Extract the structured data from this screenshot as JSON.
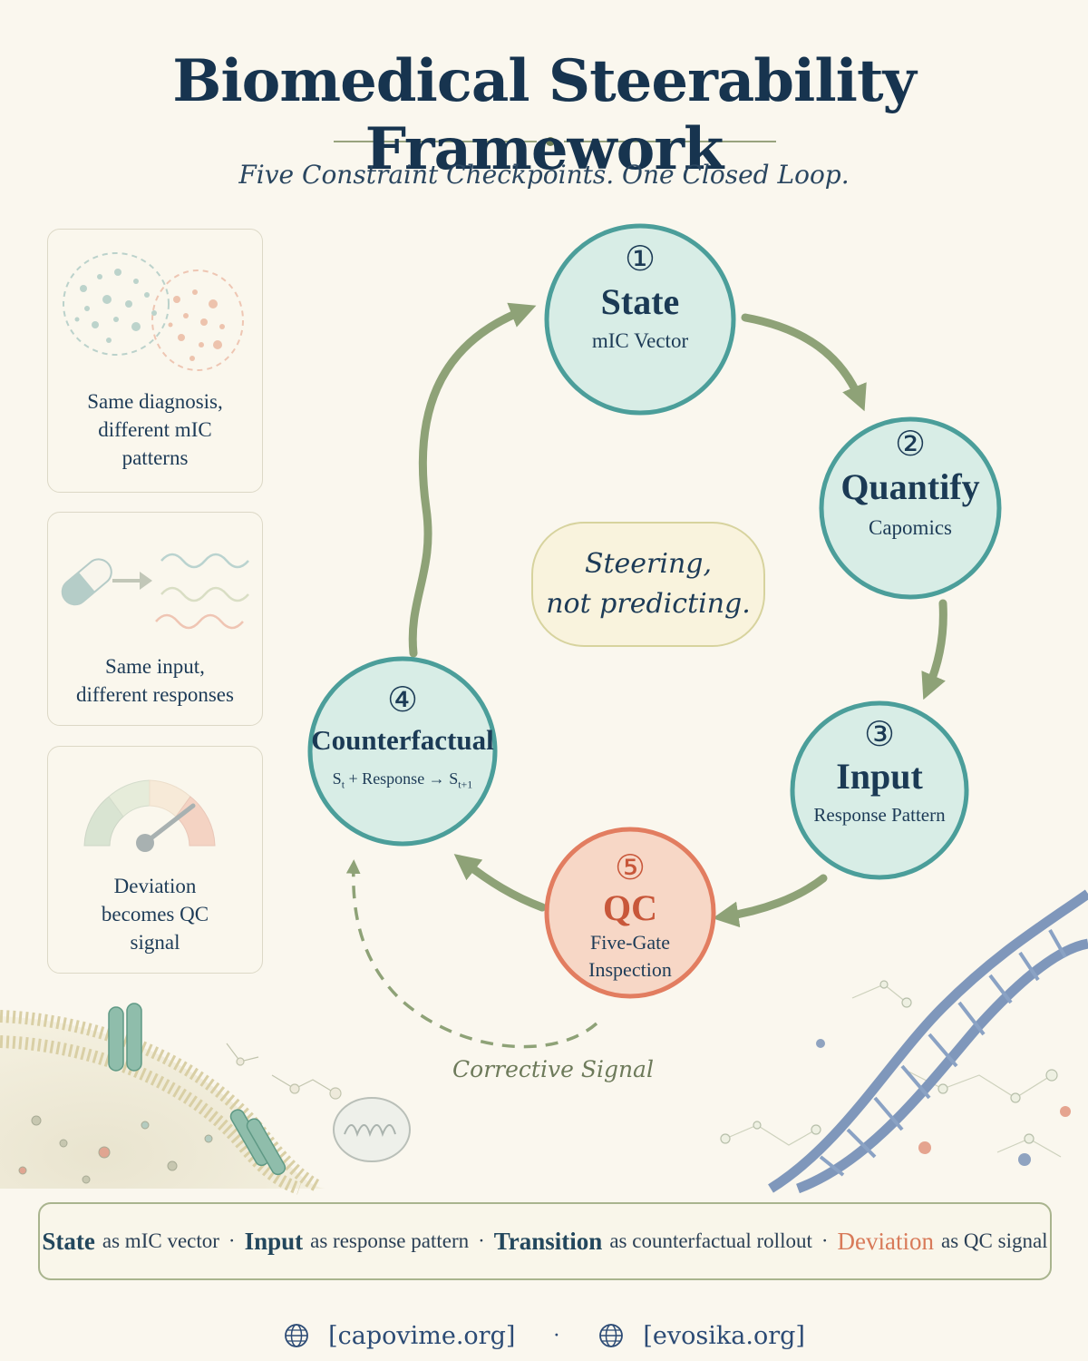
{
  "header": {
    "title": "Biomedical Steerability Framework",
    "subtitle": "Five Constraint Checkpoints. One Closed Loop."
  },
  "side_cards": [
    {
      "lines": [
        "Same diagnosis,",
        "different mIC",
        "patterns"
      ],
      "icon": "overlapping-clusters-icon"
    },
    {
      "lines": [
        "Same input,",
        "different responses"
      ],
      "icon": "pill-to-waves-icon"
    },
    {
      "lines": [
        "Deviation",
        "becomes QC",
        "signal"
      ],
      "icon": "gauge-icon"
    }
  ],
  "nodes": [
    {
      "number": "①",
      "title": "State",
      "subtitle": "mIC Vector"
    },
    {
      "number": "②",
      "title": "Quantify",
      "subtitle": "Capomics"
    },
    {
      "number": "③",
      "title": "Input",
      "subtitle": "Response Pattern"
    },
    {
      "number": "④",
      "title": "Counterfactual",
      "subtitle_parts": {
        "s1": "S",
        "sub1": "t",
        "mid": " + Response → ",
        "s2": "S",
        "sub2": "t+1"
      }
    },
    {
      "number": "⑤",
      "title": "QC",
      "subtitle_lines": [
        "Five-Gate",
        "Inspection"
      ]
    }
  ],
  "center_note": {
    "lines": [
      "Steering,",
      "not predicting."
    ]
  },
  "corrective_label": "Corrective Signal",
  "legend": {
    "items": [
      {
        "keyword": "State",
        "text": "as mIC vector"
      },
      {
        "keyword": "Input",
        "text": "as response pattern"
      },
      {
        "keyword": "Transition",
        "text": "as counterfactual rollout"
      },
      {
        "keyword": "Deviation",
        "text": "as QC signal"
      }
    ],
    "separator": "·"
  },
  "footer": {
    "links": [
      "[capovime.org]",
      "[evosika.org]"
    ],
    "separator": "·"
  },
  "colors": {
    "teal_border": "#4b9e9a",
    "teal_fill": "#d8ede6",
    "qc_border": "#e27d60",
    "qc_fill": "#f7d7c6",
    "qc_text": "#c8573a",
    "arrow_green": "#8ea277",
    "navy": "#17344f"
  }
}
